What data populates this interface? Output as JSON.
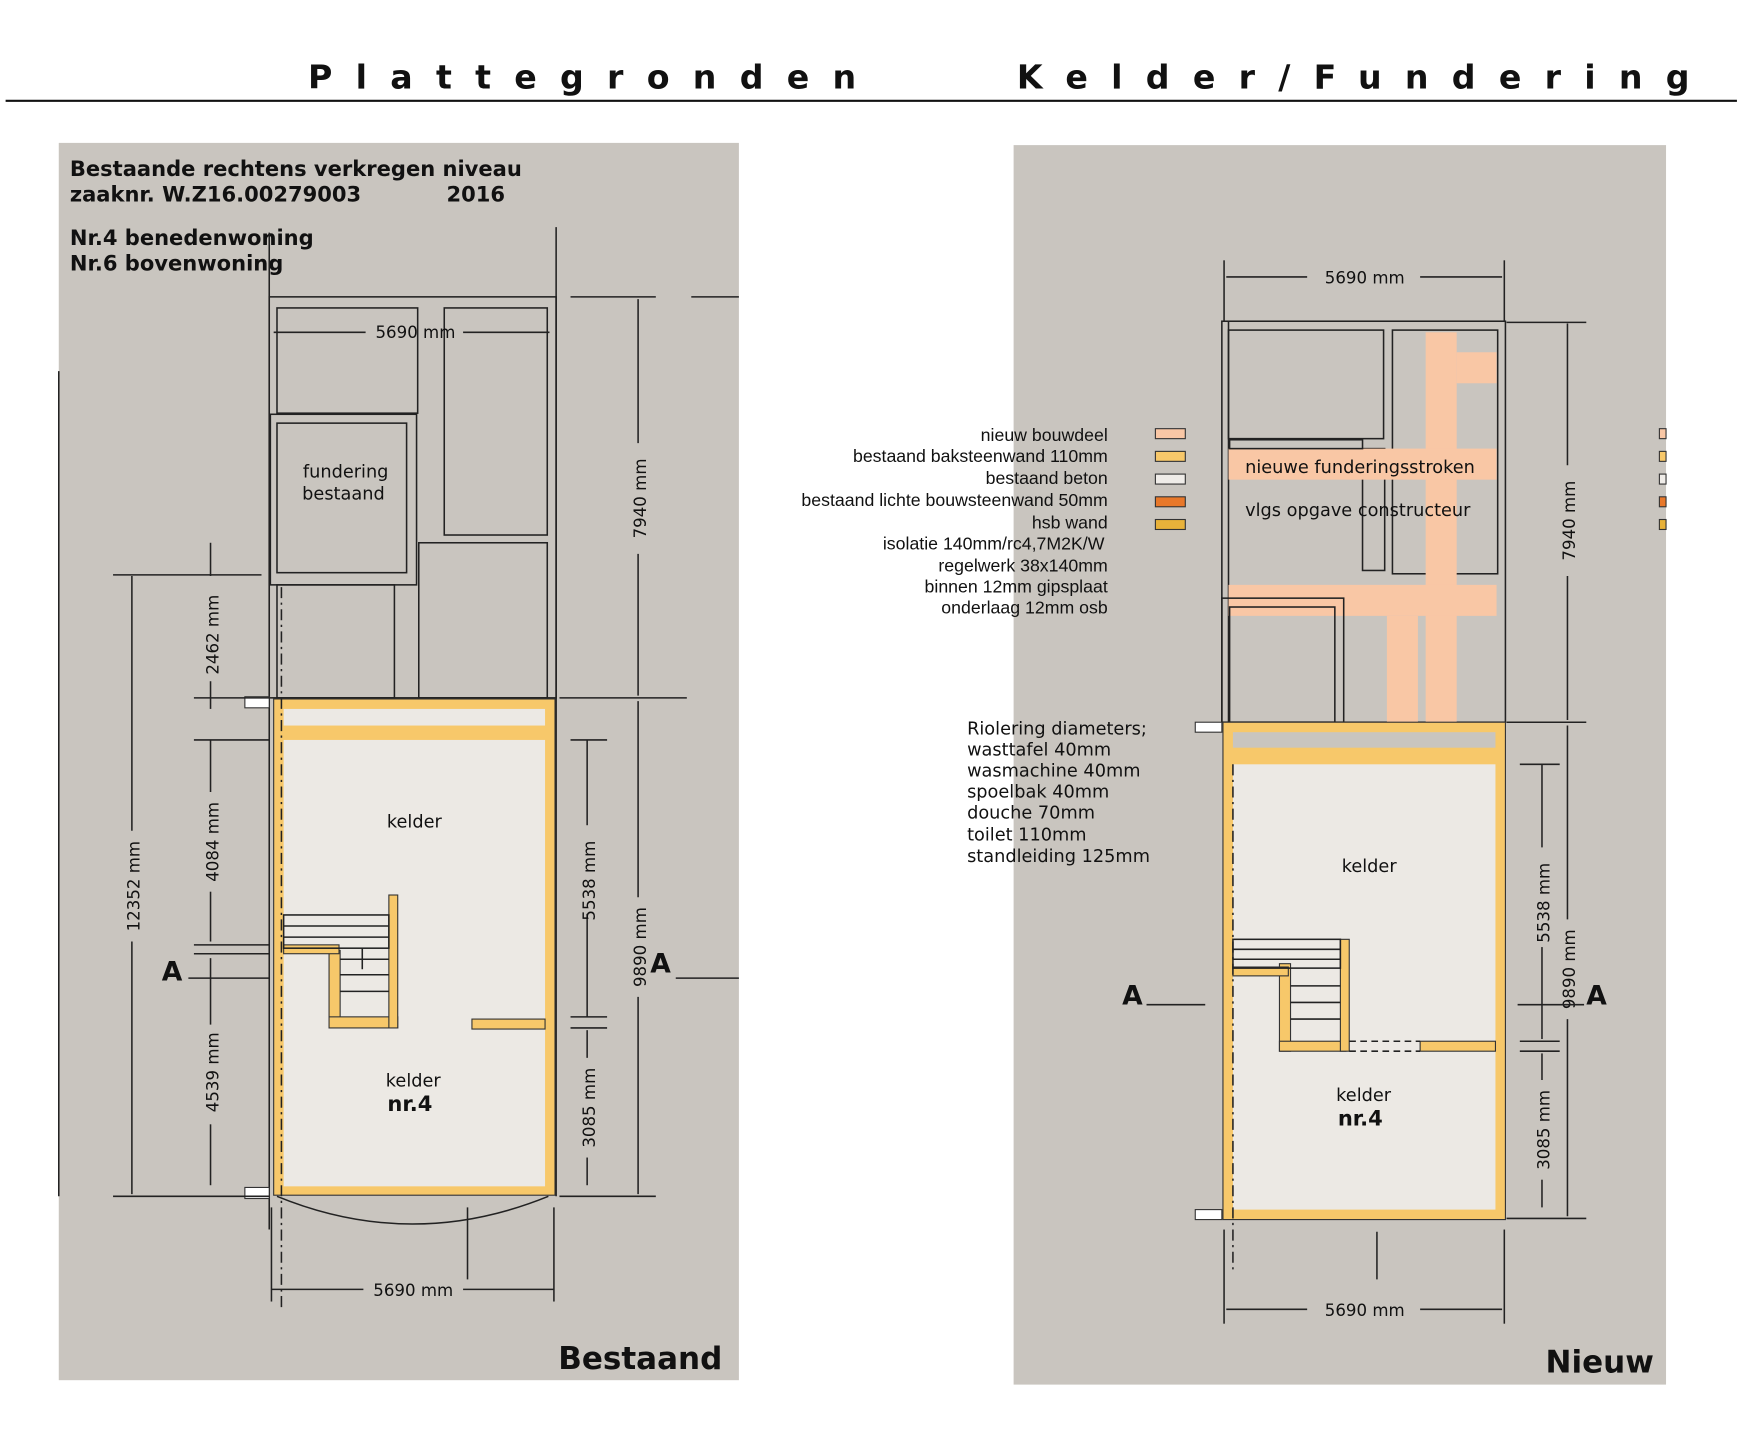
{
  "header": {
    "title_left": "Plattegronden",
    "title_right": "Kelder/Fundering"
  },
  "left_panel": {
    "heading_1": "Bestaande rechtens verkregen niveau",
    "heading_2": "zaaknr. W.Z16.00279003",
    "heading_year": "2016",
    "heading_3": "Nr.4 benedenwoning",
    "heading_4": "Nr.6 bovenwoning",
    "fundering_1": "fundering",
    "fundering_2": "bestaand",
    "room_kelder": "kelder",
    "room_kelder2": "kelder",
    "room_nr": "nr.4",
    "dims": {
      "top": "5690 mm",
      "bottom": "5690 mm",
      "d7940": "7940 mm",
      "d9890": "9890 mm",
      "d12352": "12352 mm",
      "d2462": "2462 mm",
      "d4084": "4084 mm",
      "d4539": "4539 mm",
      "d5538": "5538 mm",
      "d3085": "3085 mm"
    },
    "section_left": "A",
    "section_right": "A",
    "label": "Bestaand"
  },
  "legend": {
    "items": [
      {
        "label": "nieuw bouwdeel",
        "color": "#f9c7a5"
      },
      {
        "label": "bestaand  baksteenwand 110mm",
        "color": "#f7c86a"
      },
      {
        "label": "bestaand  beton",
        "color": "#efece8"
      },
      {
        "label": "bestaand lichte bouwsteenwand 50mm",
        "color": "#e8782a"
      },
      {
        "label": "hsb wand",
        "color": "#e8b23a"
      }
    ],
    "notes": [
      "isolatie 140mm/rc4,7M2K/W",
      "regelwerk 38x140mm",
      "binnen 12mm gipsplaat",
      "onderlaag 12mm osb"
    ]
  },
  "riolering": [
    "Riolering diameters;",
    "wasttafel 40mm",
    "wasmachine 40mm",
    "spoelbak 40mm",
    "douche 70mm",
    "toilet 110mm",
    "standleiding 125mm"
  ],
  "right_panel": {
    "strip_1": "nieuwe funderingsstroken",
    "strip_2": "vlgs opgave constructeur",
    "room_kelder": "kelder",
    "room_kelder2": "kelder",
    "room_nr": "nr.4",
    "dims": {
      "top": "5690 mm",
      "bottom": "5690 mm",
      "d7940": "7940 mm",
      "d9890": "9890 mm",
      "d5538": "5538 mm",
      "d3085": "3085 mm"
    },
    "section_left": "A",
    "section_right": "A",
    "label": "Nieuw"
  }
}
